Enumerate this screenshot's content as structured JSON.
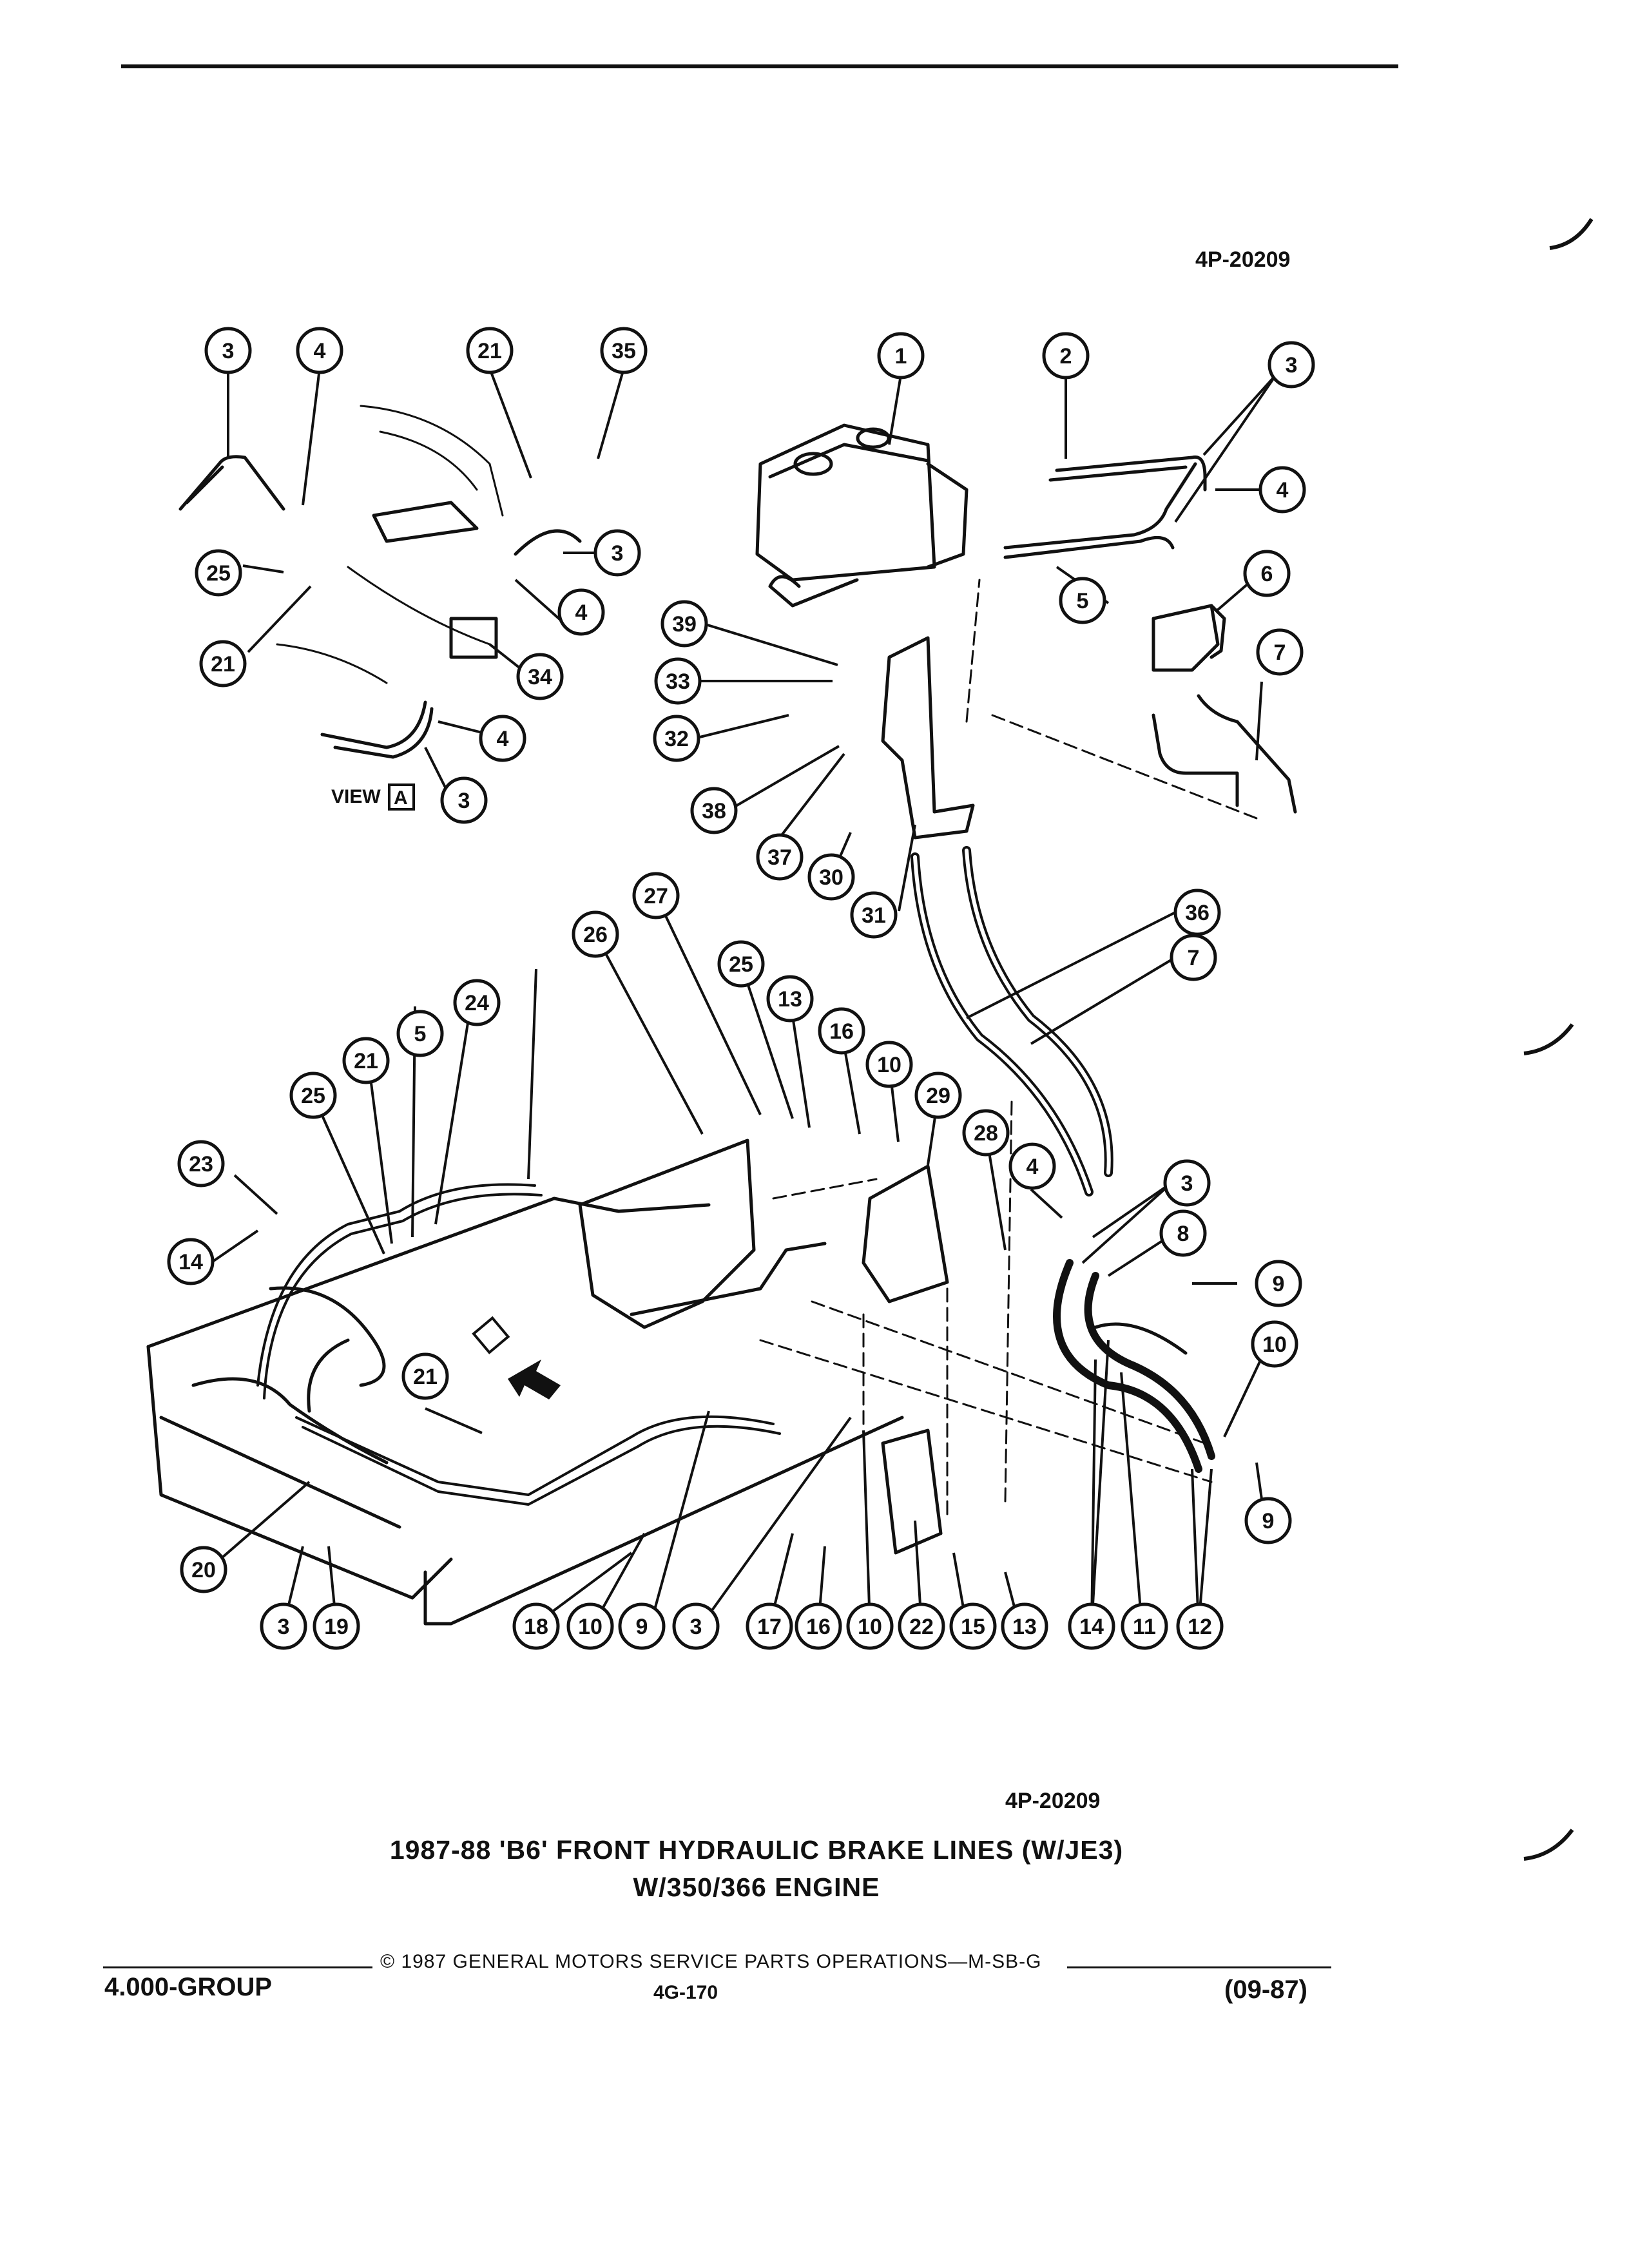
{
  "header": {
    "ref_top": "4P-20209"
  },
  "view": {
    "label": "VIEW",
    "letter": "A"
  },
  "callouts": [
    "3",
    "4",
    "21",
    "35",
    "25",
    "3",
    "4",
    "21",
    "34",
    "4",
    "3",
    "1",
    "2",
    "3",
    "4",
    "6",
    "5",
    "7",
    "39",
    "33",
    "32",
    "38",
    "37",
    "30",
    "31",
    "27",
    "26",
    "25",
    "13",
    "16",
    "10",
    "29",
    "28",
    "36",
    "7",
    "4",
    "3",
    "8",
    "9",
    "10",
    "9",
    "5",
    "21",
    "24",
    "25",
    "23",
    "14",
    "21",
    "20",
    "3",
    "19",
    "18",
    "10",
    "9",
    "3",
    "17",
    "16",
    "10",
    "22",
    "15",
    "13",
    "14",
    "11",
    "12",
    "5",
    "A"
  ],
  "footer": {
    "ref_bottom": "4P-20209",
    "title_line1": "1987-88 'B6' FRONT HYDRAULIC BRAKE LINES (W/JE3)",
    "title_line2": "W/350/366 ENGINE",
    "copyright": "© 1987 GENERAL MOTORS SERVICE PARTS OPERATIONS—M-SB-G",
    "group": "4.000-GROUP",
    "page_number": "4G-170",
    "date": "(09-87)"
  }
}
